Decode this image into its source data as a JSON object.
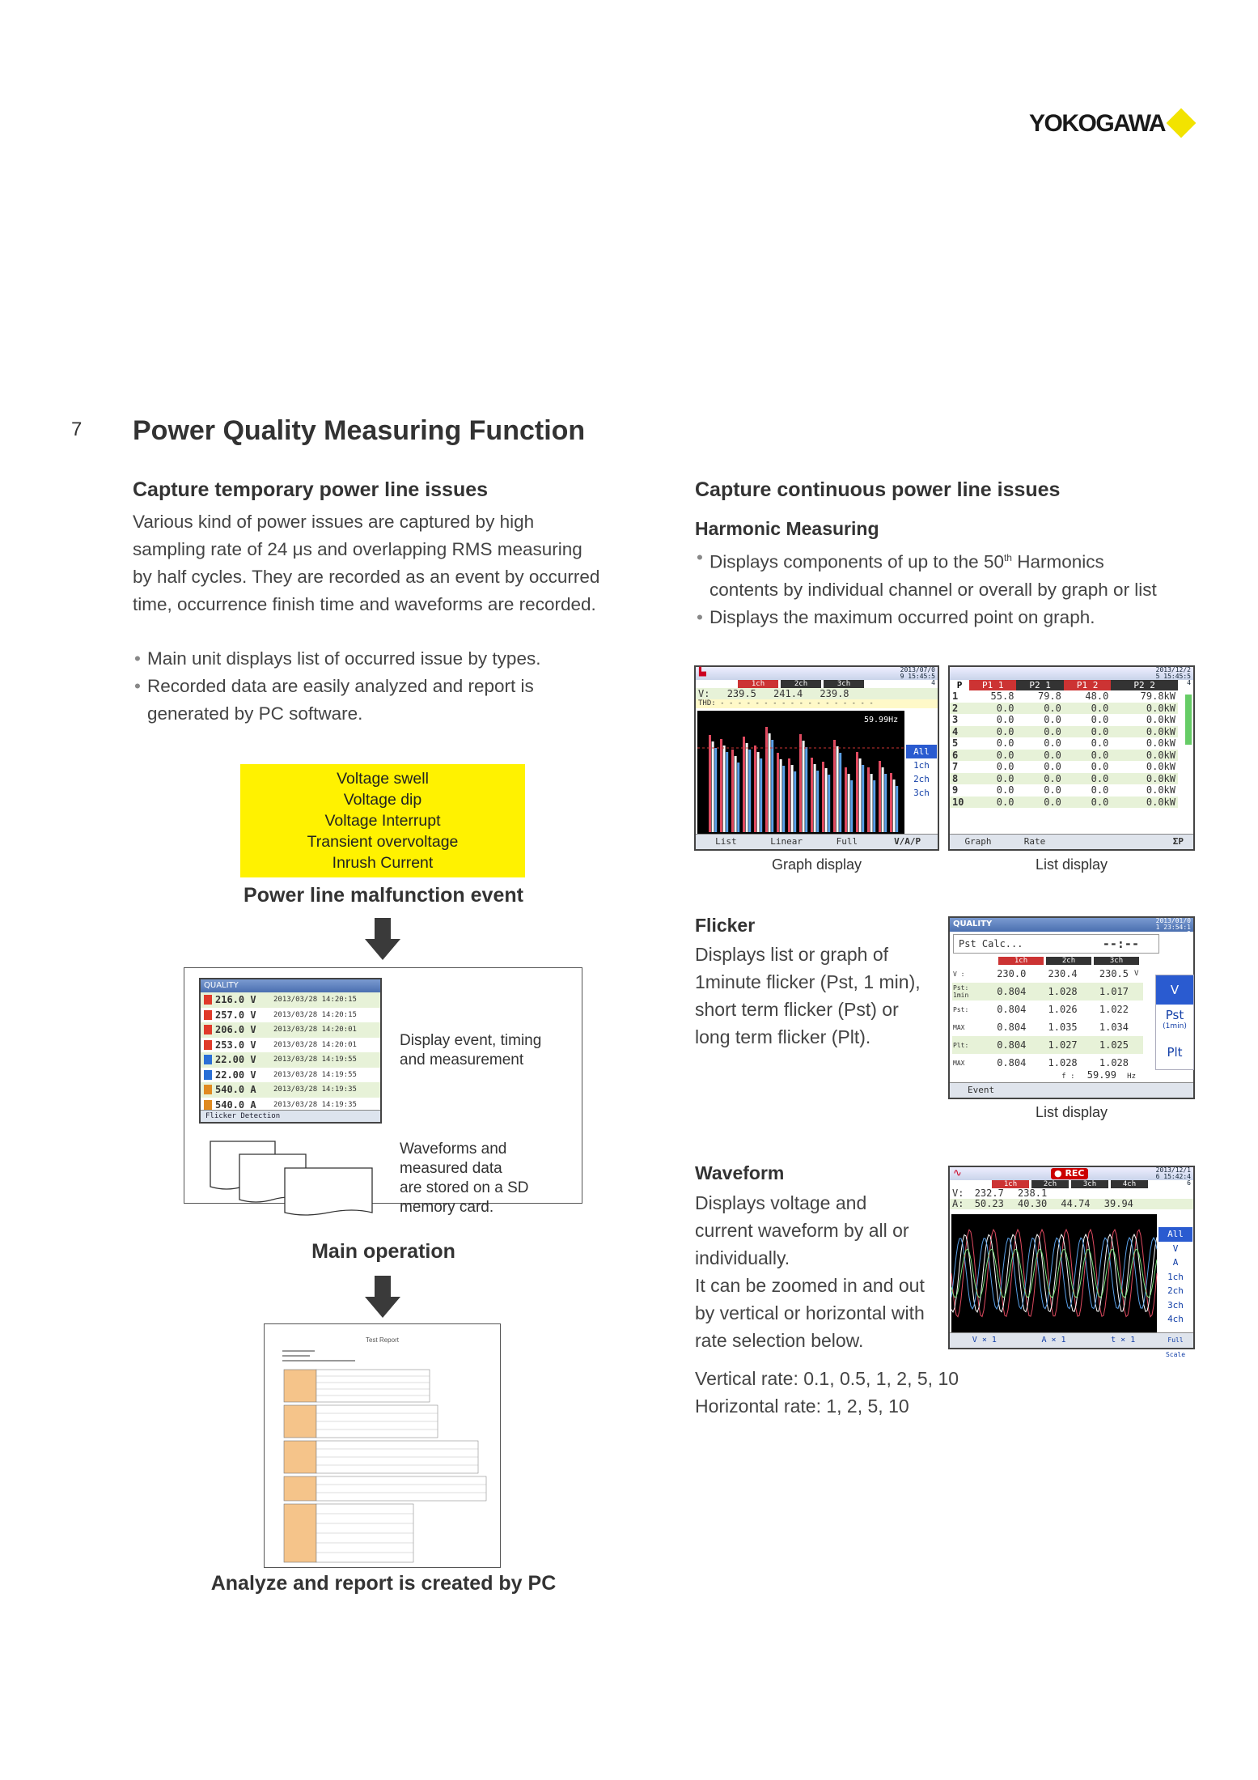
{
  "header": {
    "brand": "YOKOGAWA",
    "page_number": "7"
  },
  "title": "Power Quality Measuring Function",
  "left": {
    "heading": "Capture temporary power line issues",
    "paragraph": [
      "Various kind of power issues are captured by high",
      "sampling rate of 24 μs and overlapping RMS measuring",
      "by half cycles. They are recorded as an event by occurred",
      "time, occurrence finish time and waveforms are recorded."
    ],
    "bullets": [
      "Main unit displays list of occurred issue by types.",
      "Recorded data are easily analyzed and report is",
      "generated by PC software."
    ],
    "event_types": [
      "Voltage swell",
      "Voltage dip",
      "Voltage Interrupt",
      "Transient overvoltage",
      "Inrush Current"
    ],
    "event_caption": "Power line malfunction event",
    "op_text1": [
      "Display event, timing",
      "and measurement"
    ],
    "op_text2": [
      "Waveforms and",
      "measured data",
      "are stored on a SD",
      "memory card."
    ],
    "op_caption": "Main operation",
    "report_caption": "Analyze and report is created by PC",
    "quality_screen": {
      "title": "QUALITY",
      "rows": [
        {
          "value": "216.0 V",
          "time": "2013/03/28 14:20:15",
          "color": "#e03a2a"
        },
        {
          "value": "257.0 V",
          "time": "2013/03/28 14:20:15",
          "color": "#e03a2a"
        },
        {
          "value": "206.0 V",
          "time": "2013/03/28 14:20:01",
          "color": "#e03a2a"
        },
        {
          "value": "253.0 V",
          "time": "2013/03/28 14:20:01",
          "color": "#e03a2a"
        },
        {
          "value": "22.00 V",
          "time": "2013/03/28 14:19:55",
          "color": "#2a6fd6"
        },
        {
          "value": "22.00 V",
          "time": "2013/03/28 14:19:55",
          "color": "#2a6fd6"
        },
        {
          "value": "540.0 A",
          "time": "2013/03/28 14:19:35",
          "color": "#e08a20"
        },
        {
          "value": "540.0 A",
          "time": "2013/03/28 14:19:35",
          "color": "#e08a20"
        }
      ],
      "footer": "Flicker  Detection"
    },
    "report_title": "Test Report"
  },
  "right": {
    "heading": "Capture continuous power line issues",
    "harmonic": {
      "title": "Harmonic Measuring",
      "bullet1a": "Displays components of up to the 50",
      "bullet1sup": "th",
      "bullet1b": " Harmonics",
      "bullet1c": "contents by individual channel or overall by graph or list",
      "bullet2": "Displays the maximum occurred point on graph.",
      "graph_caption": "Graph display",
      "list_caption": "List display",
      "graph_screen": {
        "datetime": "2013/07/09 15:45:54",
        "tabs": [
          "1ch",
          "2ch",
          "3ch"
        ],
        "v_label": "V:",
        "v_values": [
          "239.5",
          "241.4",
          "239.8"
        ],
        "thd": "THD:",
        "freq": "59.99Hz",
        "side": [
          "All",
          "1ch",
          "2ch",
          "3ch"
        ],
        "footer": [
          "List",
          "Linear",
          "Full",
          "V/A/P"
        ]
      },
      "list_screen": {
        "datetime": "2013/12/25 15:45:54",
        "headers": [
          "P",
          "P1 1",
          "P2 1",
          "P1 2",
          "P2 2"
        ],
        "rows": [
          [
            "1",
            "55.8",
            "79.8",
            "48.0",
            "79.8kW"
          ],
          [
            "2",
            "0.0",
            "0.0",
            "0.0",
            "0.0kW"
          ],
          [
            "3",
            "0.0",
            "0.0",
            "0.0",
            "0.0kW"
          ],
          [
            "4",
            "0.0",
            "0.0",
            "0.0",
            "0.0kW"
          ],
          [
            "5",
            "0.0",
            "0.0",
            "0.0",
            "0.0kW"
          ],
          [
            "6",
            "0.0",
            "0.0",
            "0.0",
            "0.0kW"
          ],
          [
            "7",
            "0.0",
            "0.0",
            "0.0",
            "0.0kW"
          ],
          [
            "8",
            "0.0",
            "0.0",
            "0.0",
            "0.0kW"
          ],
          [
            "9",
            "0.0",
            "0.0",
            "0.0",
            "0.0kW"
          ],
          [
            "10",
            "0.0",
            "0.0",
            "0.0",
            "0.0kW"
          ]
        ],
        "footer": [
          "Graph",
          "Rate",
          "ΣP"
        ]
      }
    },
    "flicker": {
      "title": "Flicker",
      "lines": [
        "Displays list or graph of",
        "1minute flicker (Pst, 1 min),",
        "short term flicker (Pst) or",
        "long term flicker (Plt)."
      ],
      "caption": "List display",
      "screen": {
        "title": "QUALITY",
        "datetime": "2013/01/01 23:54:19",
        "calc": "Pst Calc...",
        "timer": "--:--",
        "tabs": [
          "1ch",
          "2ch",
          "3ch"
        ],
        "rows": [
          {
            "label": "V :",
            "vals": [
              "230.0",
              "230.4",
              "230.5"
            ],
            "unit": "V"
          },
          {
            "label": "Pst: 1min",
            "vals": [
              "0.804",
              "1.028",
              "1.017"
            ],
            "unit": ""
          },
          {
            "label": "Pst:",
            "vals": [
              "0.804",
              "1.026",
              "1.022"
            ],
            "unit": ""
          },
          {
            "label": "MAX",
            "vals": [
              "0.804",
              "1.035",
              "1.034"
            ],
            "unit": ""
          },
          {
            "label": "Plt:",
            "vals": [
              "0.804",
              "1.027",
              "1.025"
            ],
            "unit": ""
          },
          {
            "label": "MAX",
            "vals": [
              "0.804",
              "1.028",
              "1.028"
            ],
            "unit": ""
          }
        ],
        "freq_label": "f :",
        "freq_value": "59.99",
        "freq_unit": "Hz",
        "side": [
          "V",
          "Pst",
          "(1min)",
          "Plt"
        ],
        "footer": "Event"
      }
    },
    "waveform": {
      "title": "Waveform",
      "lines": [
        "Displays voltage and",
        "current waveform by all or",
        "individually.",
        "It can be zoomed in and out",
        "by vertical or horizontal with",
        "rate selection below."
      ],
      "vertical_rate": "Vertical rate: 0.1, 0.5, 1, 2, 5, 10",
      "horizontal_rate": "Horizontal rate: 1, 2, 5, 10",
      "screen": {
        "rec": "REC",
        "datetime": "2013/12/16 15:42:46",
        "tabs": [
          "1ch",
          "2ch",
          "3ch",
          "4ch"
        ],
        "v_label": "V:",
        "v_values": [
          "232.7",
          "238.1"
        ],
        "a_label": "A:",
        "a_values": [
          "50.23",
          "40.30",
          "44.74",
          "39.94"
        ],
        "side": [
          "All",
          "V",
          "A",
          "1ch",
          "2ch",
          "3ch",
          "4ch"
        ],
        "footer": [
          "V × 1",
          "A × 1",
          "t × 1",
          "Full Scale"
        ]
      }
    }
  }
}
